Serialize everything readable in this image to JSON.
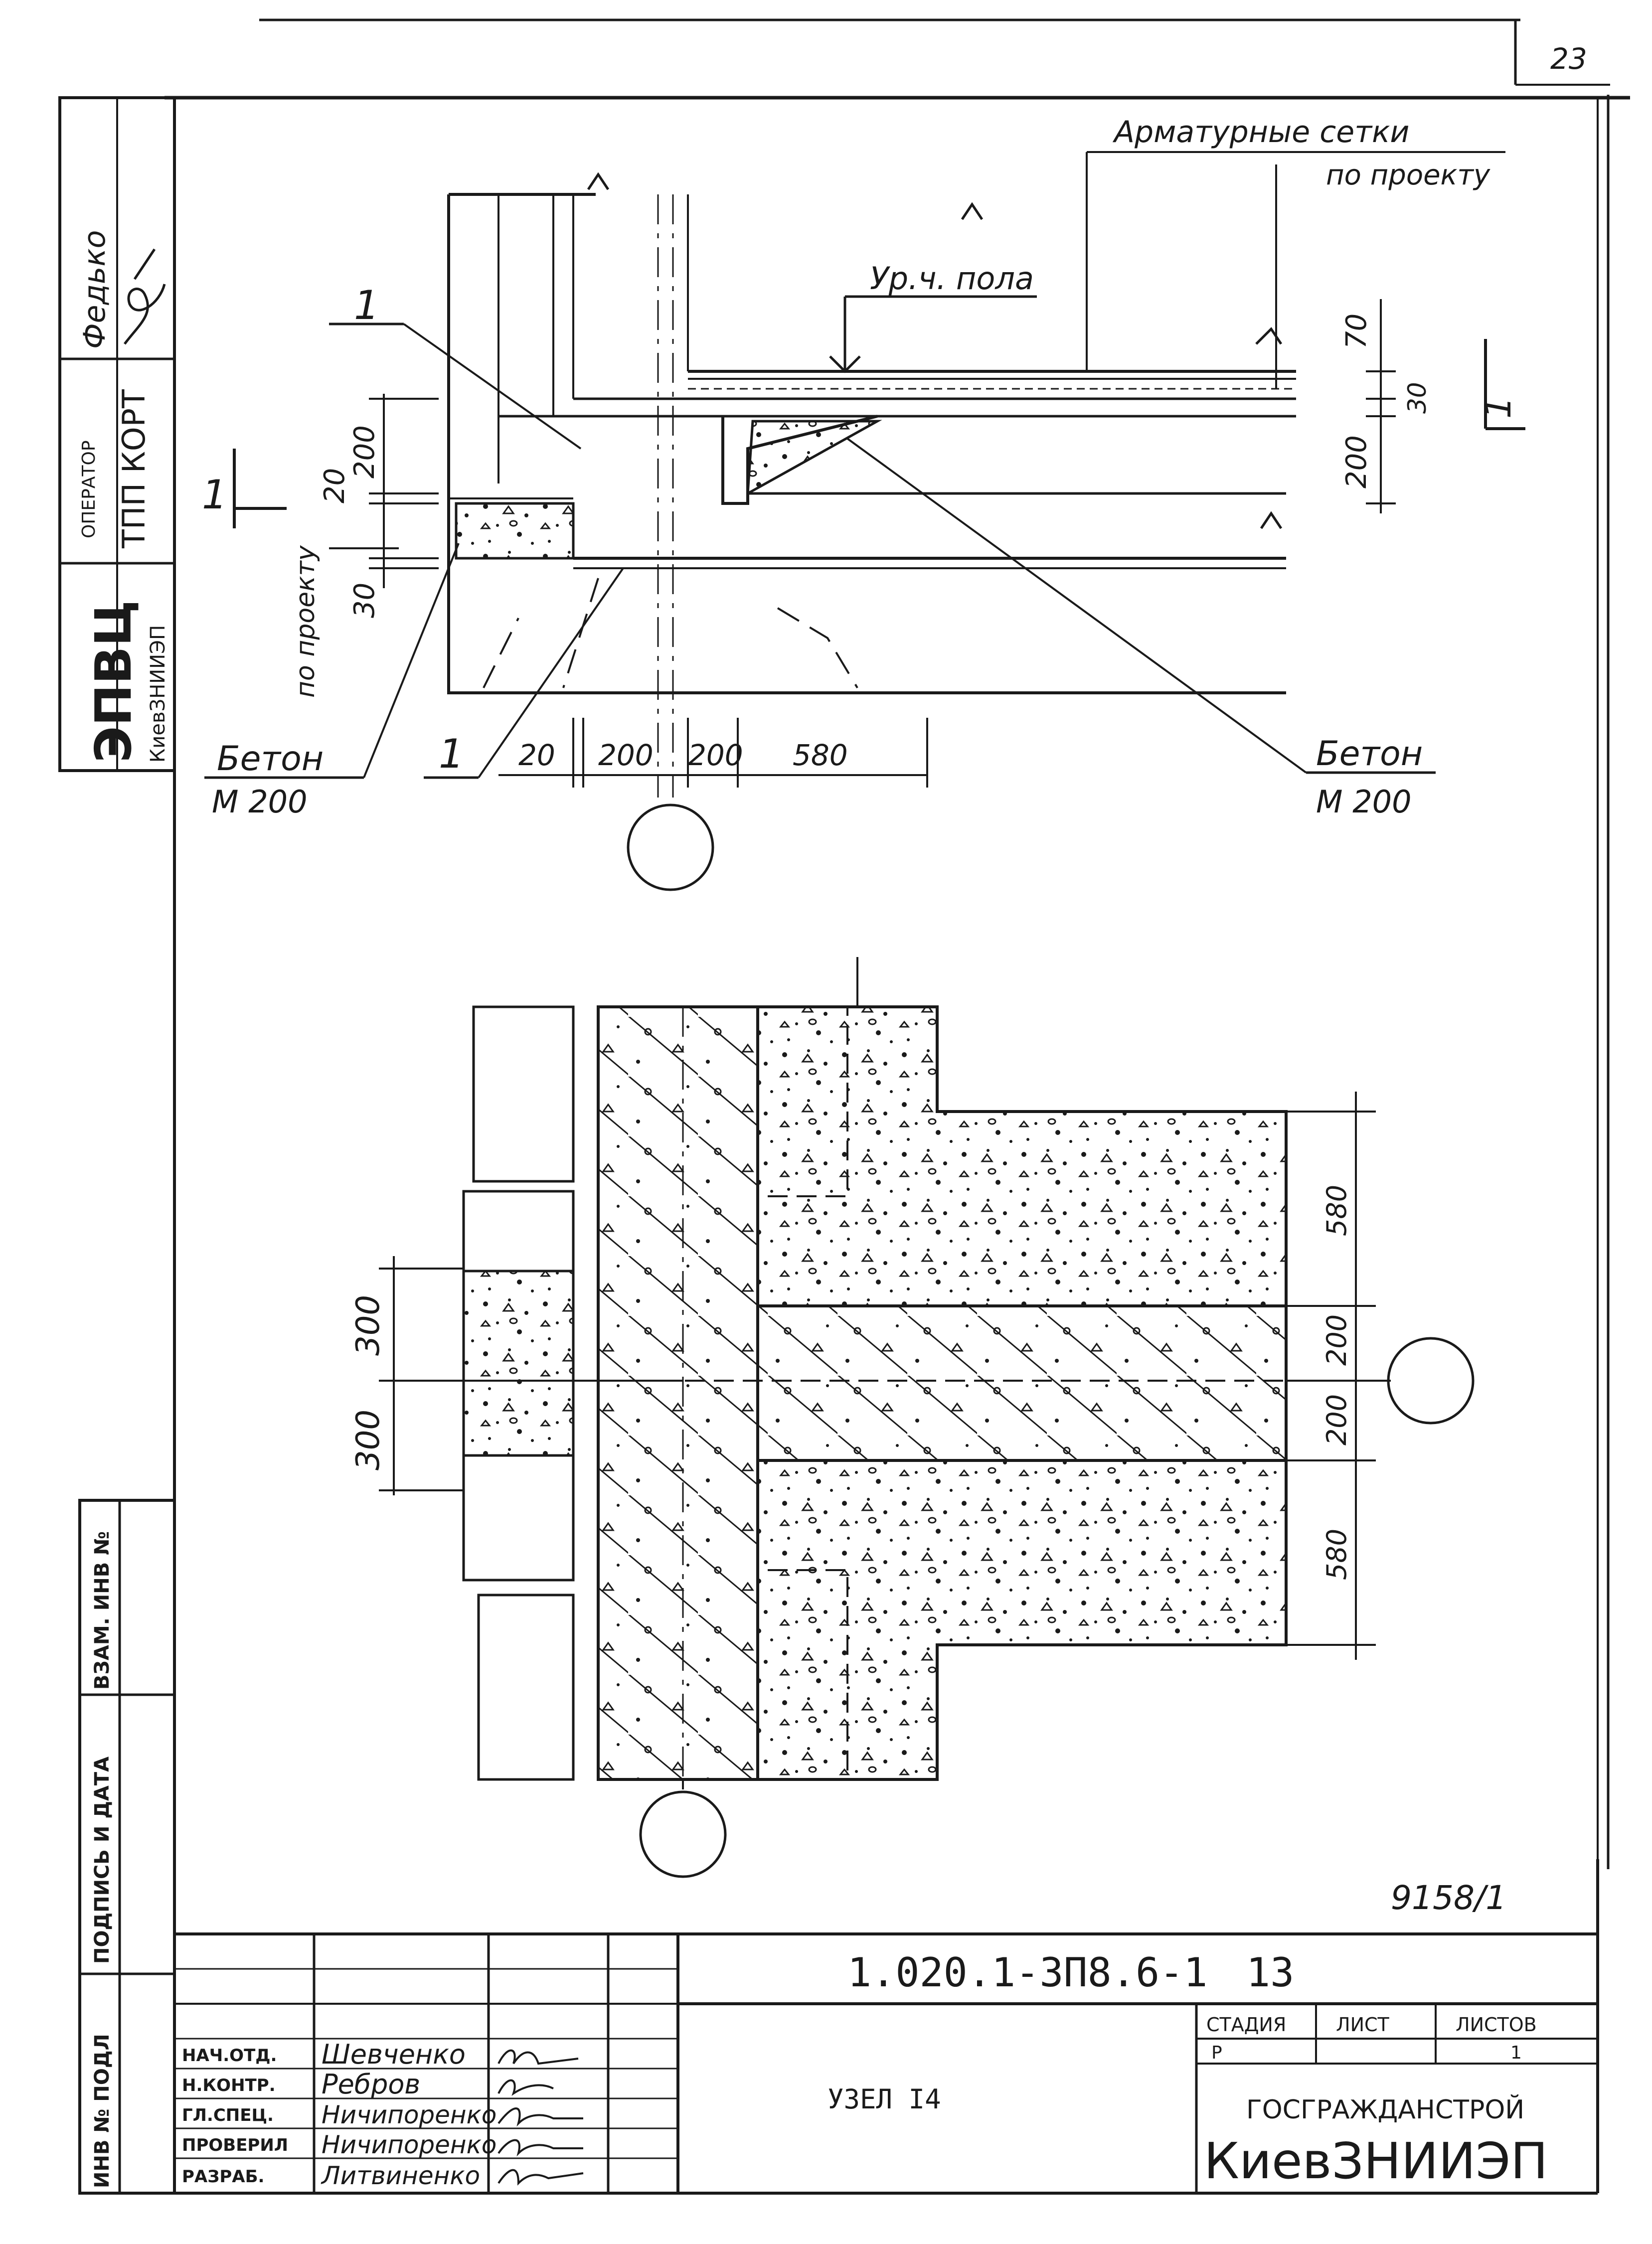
{
  "page": {
    "sheet_no": "23",
    "archive_no": "9158/1"
  },
  "side_stamp": {
    "org_big": "ЭПВЦ",
    "org_small": "КиевЗНИИЭП",
    "operator_label": "ОПЕРАТОР",
    "operator_value": "ТПП КОРТ",
    "signer_name": "Федько"
  },
  "side_columns": {
    "inv_podl": "ИНВ № ПОДЛ",
    "podpis_data": "ПОДПИСЬ И ДАТА",
    "vzam_inv": "ВЗАМ. ИНВ №"
  },
  "section_drawing": {
    "mesh_label_1": "Арматурные сетки",
    "mesh_label_2": "по проекту",
    "floor_level": "Ур.ч. пола",
    "callout_top": "1",
    "callout_bottom": "1",
    "section_marker_left": "1",
    "section_marker_right": "1",
    "by_project": "по проекту",
    "concrete_left_1": "Бетон",
    "concrete_left_2": "М 200",
    "concrete_right_1": "Бетон",
    "concrete_right_2": "М 200",
    "dim_right_70": "70",
    "dim_right_30": "30",
    "dim_right_200": "200",
    "dim_left_200": "200",
    "dim_left_20": "20",
    "dim_left_30": "30",
    "dim_bottom_20": "20",
    "dim_bottom_200a": "200",
    "dim_bottom_200b": "200",
    "dim_bottom_580": "580"
  },
  "plan_drawing": {
    "dim_left_300a": "300",
    "dim_left_300b": "300",
    "dim_right_580a": "580",
    "dim_right_200a": "200",
    "dim_right_200b": "200",
    "dim_right_580b": "580"
  },
  "title_block": {
    "designation": "1.020.1-3П8.6-1",
    "sheet_in_series": "13",
    "node_name": "УЗЕЛ I4",
    "stage_header": "СТАДИЯ",
    "sheet_header": "ЛИСТ",
    "sheets_header": "ЛИСТОВ",
    "stage_value": "Р",
    "sheets_value": "1",
    "org_line1": "ГОСГРАЖДАНСТРОЙ",
    "org_line2": "КиевЗНИИЭП",
    "roles": [
      {
        "role": "НАЧ.ОТД.",
        "name": "Шевченко"
      },
      {
        "role": "Н.КОНТР.",
        "name": "Ребров"
      },
      {
        "role": "ГЛ.СПЕЦ.",
        "name": "Ничипоренко"
      },
      {
        "role": "ПРОВЕРИЛ",
        "name": "Ничипоренко"
      },
      {
        "role": "РАЗРАБ.",
        "name": "Литвиненко"
      }
    ]
  }
}
